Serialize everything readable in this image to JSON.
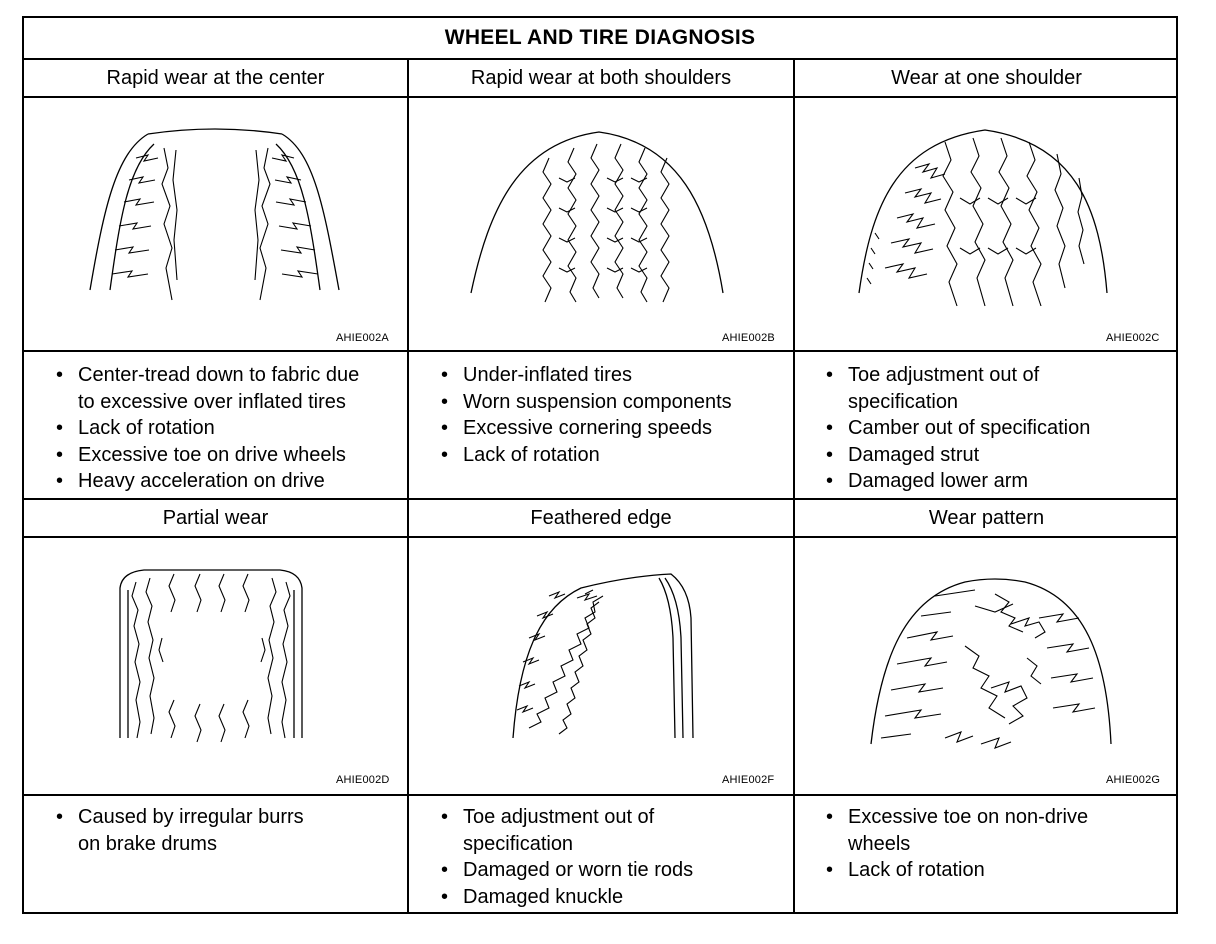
{
  "table": {
    "title": "WHEEL AND TIRE DIAGNOSIS",
    "panels": [
      {
        "heading": "Rapid wear at the center",
        "figure_icon": "tire-tread-center-wear-icon",
        "figure_code": "AHIE002A",
        "causes": [
          "Center-tread down to fabric due",
          "to excessive over inflated tires",
          "Lack of rotation",
          "Excessive toe on drive wheels",
          "Heavy acceleration on drive"
        ]
      },
      {
        "heading": "Rapid wear at both shoulders",
        "figure_icon": "tire-tread-shoulder-wear-icon",
        "figure_code": "AHIE002B",
        "causes": [
          "Under-inflated tires",
          "Worn suspension components",
          "Excessive cornering speeds",
          "Lack of rotation"
        ]
      },
      {
        "heading": "Wear at one shoulder",
        "figure_icon": "tire-tread-one-shoulder-wear-icon",
        "figure_code": "AHIE002C",
        "causes": [
          "Toe adjustment out of",
          "specification",
          "Camber out of specification",
          "Damaged strut",
          "Damaged lower arm"
        ]
      },
      {
        "heading": "Partial wear",
        "figure_icon": "tire-tread-partial-wear-icon",
        "figure_code": "AHIE002D",
        "causes": [
          "Caused by irregular burrs",
          "on brake drums"
        ]
      },
      {
        "heading": "Feathered edge",
        "figure_icon": "tire-tread-feathered-edge-icon",
        "figure_code": "AHIE002F",
        "causes": [
          "Toe adjustment out of",
          "specification",
          "Damaged or worn tie rods",
          "Damaged knuckle"
        ]
      },
      {
        "heading": "Wear pattern",
        "figure_icon": "tire-tread-wear-pattern-icon",
        "figure_code": "AHIE002G",
        "causes": [
          "Excessive toe on non-drive",
          "wheels",
          "Lack of rotation"
        ]
      }
    ]
  }
}
